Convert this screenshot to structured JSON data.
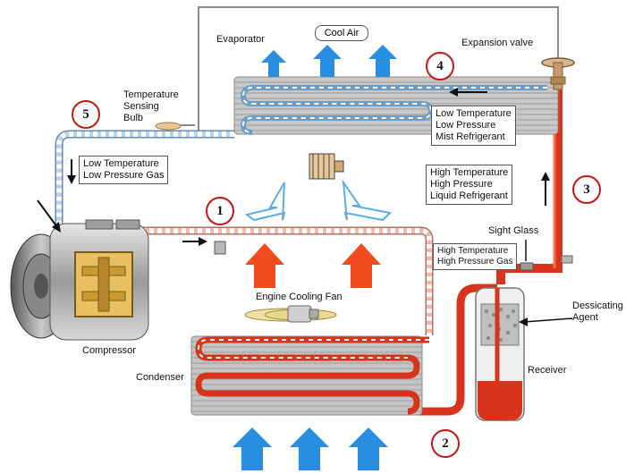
{
  "labels": {
    "evaporator": "Evaporator",
    "cool_air": "Cool Air",
    "expansion_valve": "Expansion valve",
    "temp_bulb": [
      "Temperature",
      "Sensing",
      "Bulb"
    ],
    "compressor": "Compressor",
    "condenser": "Condenser",
    "engine_fan": "Engine Cooling Fan",
    "sight_glass": "Sight Glass",
    "dessicating_agent": [
      "Dessicating",
      "Agent"
    ],
    "receiver": "Receiver"
  },
  "boxes": {
    "low_temp_gas": [
      "Low Temperature",
      "Low Pressure Gas"
    ],
    "low_temp_mist": [
      "Low Temperature",
      "Low Pressure",
      "Mist Refrigerant"
    ],
    "high_temp_liquid": [
      "High Temperature",
      "High Pressure",
      "Liquid Refrigerant"
    ],
    "high_temp_gas": [
      "High Temperature",
      "High Pressure Gas"
    ]
  },
  "numbers": [
    "1",
    "2",
    "3",
    "4",
    "5"
  ],
  "colors": {
    "hot_line": "#d8341c",
    "cold_line": "#a8c8e8",
    "warm_line": "#f0c0b0",
    "air_blue": "#2a8ee0",
    "air_red": "#f04a1e",
    "number_ring": "#c01818"
  }
}
